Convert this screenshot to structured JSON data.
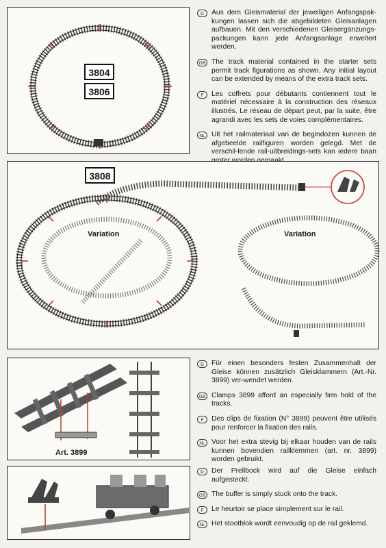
{
  "fig1": {
    "labels": [
      "3804",
      "3806"
    ]
  },
  "fig2": {
    "label": "3808",
    "variation_left": "Variation",
    "variation_right": "Variation"
  },
  "fig3": {
    "label": "Art. 3899"
  },
  "section1": [
    {
      "lang": "D",
      "text": "Aus dem Gleismaterial der jeweiligen Anfangspak-kungen lassen sich die abgebildeten Gleisanlagen aufbauen. Mit den verschiedenen Gleisergänzungs-packungen kann jede Anfangsanlage erweitert werden."
    },
    {
      "lang": "GB",
      "text": "The track material contained in the starter sets permit track figurations as shown. Any initial layout can be extended by means of the extra track sets."
    },
    {
      "lang": "F",
      "text": "Les coffrets pour débutants contiennent tout le matériel nécessaire à la construction des réseaux illustrés. Le réseau de départ peut, par la suite, être agrandi avec les sets de voies complémentaires."
    },
    {
      "lang": "NL",
      "text": "Uit het railmateriaal van de begindozen kunnen de afgebeelde railfiguren worden gelegd. Met de verschil-lende rail-uitbreidings-sets kan iedere baan groter worden gemaakt."
    }
  ],
  "section2": [
    {
      "lang": "D",
      "text": "Für einen besonders festen Zusammenhalt der Gleise können zusätzlich Gleisklammern (Art.-Nr. 3899) ver-wendet werden."
    },
    {
      "lang": "GB",
      "text": "Clamps 3899 afford an especially firm hold of the tracks."
    },
    {
      "lang": "F",
      "text": "Des clips de fixation (N° 3899) peuvent être utilisés pour renforcer la fixation des rails."
    },
    {
      "lang": "NL",
      "text": "Voor het extra stevig bij elkaar houden van de rails kunnen bovendien railklemmen (art. nr. 3899) worden gebruikt."
    }
  ],
  "section3": [
    {
      "lang": "D",
      "text": "Der Prellbock wird auf die Gleise einfach aufgesteckt."
    },
    {
      "lang": "GB",
      "text": "The buffer is simply stuck onto the track."
    },
    {
      "lang": "F",
      "text": "Le heurtoir se place simplement sur le rail."
    },
    {
      "lang": "NL",
      "text": "Het stootblok wordt eenvoudig op de rail geklemd."
    }
  ]
}
